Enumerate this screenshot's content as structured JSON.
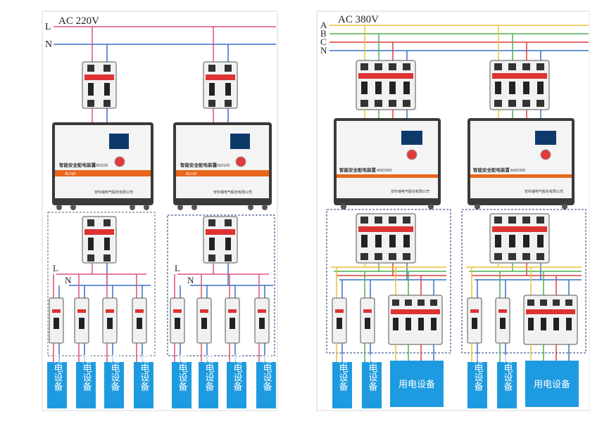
{
  "left_panel": {
    "supply_label": "AC 220V",
    "lines": [
      "L",
      "N"
    ],
    "branch_labels": [
      "L",
      "N"
    ],
    "device": {
      "title": "智能安全配电装置",
      "model": "AISD100",
      "company": "安科瑞电气股份有限公司",
      "brand": "Acrel"
    },
    "load_label": "用电设备"
  },
  "right_panel": {
    "supply_label": "AC 380V",
    "lines": [
      "A",
      "B",
      "C",
      "N"
    ],
    "device": {
      "title": "智能安全配电装置",
      "model": "AISD300",
      "company": "安科瑞电气股份有限公司"
    },
    "load_label_small": "用电设备",
    "load_label_large": "用电设备"
  },
  "colors": {
    "line_L": "#e0507a",
    "line_N": "#3a6fc8",
    "phase_A": "#e8c23a",
    "phase_B": "#4caf50",
    "phase_C": "#e03a3a",
    "load_box": "#1e9be0",
    "accent_orange": "#e8671c"
  }
}
